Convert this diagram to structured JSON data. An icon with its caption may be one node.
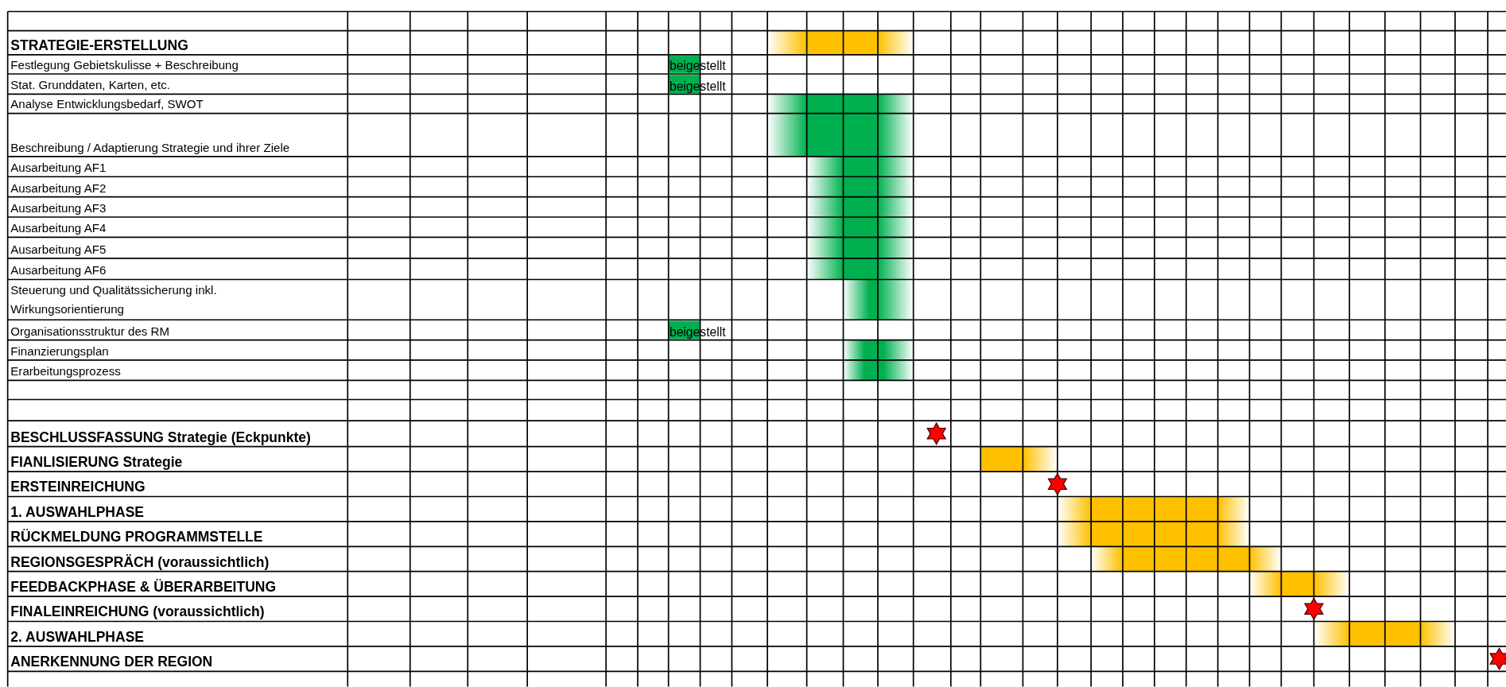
{
  "diagram": {
    "labels": [
      "STRATEGIE-ERSTELLUNG",
      "Festlegung Gebietskulisse + Beschreibung",
      "beigestellt",
      "Stat. Grunddaten, Karten, etc.",
      "beigestellt",
      "Analyse Entwicklungsbedarf, SWOT",
      "Beschreibung / Adaptierung Strategie und ihrer Ziele",
      "Ausarbeitung AF1",
      "Ausarbeitung AF2",
      "Ausarbeitung AF3",
      "Ausarbeitung AF4",
      "Ausarbeitung AF5",
      "Ausarbeitung AF6",
      "Steuerung und Qualitätssicherung inkl. Wirkungsorientierung",
      "Organisationsstruktur des RM",
      "beigestellt",
      "Finanzierungsplan",
      "Erarbeitungsprozess",
      "BESCHLUSSFASSUNG Strategie (Eckpunkte)",
      "FIANLISIERUNG Strategie",
      "ERSTEINREICHUNG",
      "1. AUSWAHLPHASE",
      "RÜCKMELDUNG PROGRAMMSTELLE",
      "REGIONSGESPRÄCH (voraussichtlich)",
      "FEEDBACKPHASE & ÜBERARBEITUNG",
      "FINALEINREICHUNG (voraussichtlich)",
      "2. AUSWAHLPHASE",
      "ANERKENNUNG DER REGION"
    ]
  }
}
